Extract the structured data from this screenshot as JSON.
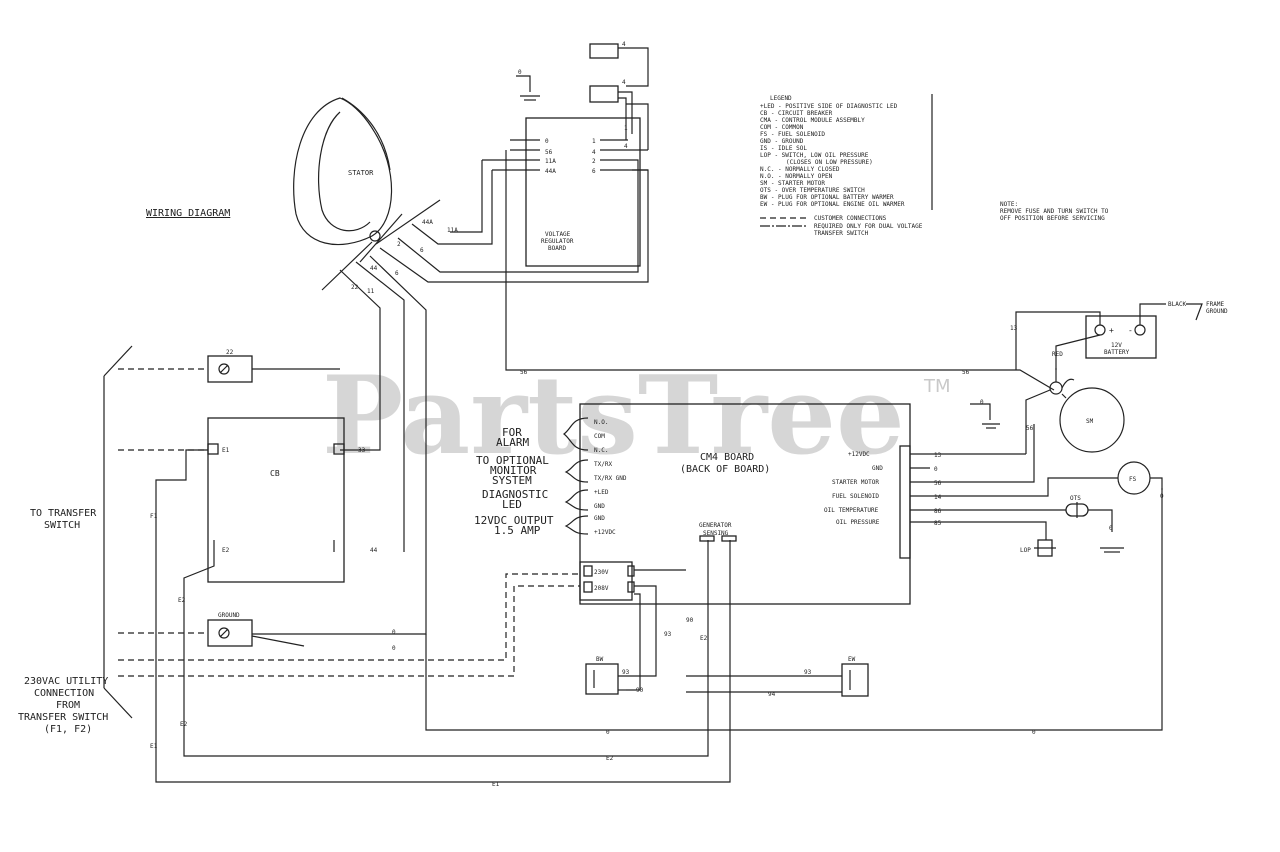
{
  "title": "WIRING DIAGRAM",
  "watermark": "PartsTree",
  "trademark": "TM",
  "legend": {
    "heading": "LEGEND",
    "items": [
      "+LED - POSITIVE SIDE OF DIAGNOSTIC LED",
      "CB - CIRCUIT BREAKER",
      "CMA - CONTROL MODULE ASSEMBLY",
      "COM - COMMON",
      "FS - FUEL SOLENOID",
      "GND - GROUND",
      "IS - IDLE SOL",
      "LOP - SWITCH, LOW OIL PRESSURE",
      "(CLOSES ON LOW PRESSURE)",
      "N.C. - NORMALLY CLOSED",
      "N.O. - NORMALLY OPEN",
      "SM - STARTER MOTOR",
      "OTS - OVER TEMPERATURE SWITCH",
      "BW - PLUG FOR OPTIONAL BATTERY WARMER",
      "EW - PLUG FOR OPTIONAL ENGINE OIL WARMER"
    ],
    "customer_connections": "CUSTOMER CONNECTIONS",
    "dual_voltage": [
      "REQUIRED ONLY FOR DUAL VOLTAGE",
      "TRANSFER SWITCH"
    ]
  },
  "note": [
    "NOTE:",
    "REMOVE FUSE AND TURN SWITCH TO",
    "OFF POSITION BEFORE SERVICING"
  ],
  "components": {
    "stator": "STATOR",
    "regulator": [
      "VOLTAGE",
      "REGULATOR",
      "BOARD"
    ],
    "cb": "CB",
    "ground": "GROUND",
    "cm4_board": [
      "CM4 BOARD",
      "(BACK OF BOARD)"
    ],
    "generator_sensing": [
      "GENERATOR",
      "SENSING"
    ],
    "battery": [
      "12V",
      "BATTERY"
    ],
    "sm": "SM",
    "fs": "FS",
    "ots": "OTS",
    "lop": "LOP",
    "bw": "BW",
    "ew": "EW",
    "black": "BLACK",
    "frame_ground": [
      "FRAME",
      "GROUND"
    ],
    "red": "RED",
    "plus": "+",
    "minus": "-"
  },
  "regulator_terminals": {
    "left": [
      "0",
      "56",
      "11A",
      "44A"
    ],
    "right": [
      "1",
      "4",
      "2",
      "6"
    ]
  },
  "cm4_left_pins": [
    "N.O.",
    "COM",
    "N.C.",
    "TX/RX",
    "TX/RX GND",
    "+LED",
    "GND",
    "GND",
    "+12VDC"
  ],
  "cm4_right_pins": [
    "+12VDC",
    "GND",
    "STARTER MOTOR",
    "FUEL SOLENOID",
    "OIL TEMPERATURE",
    "OIL PRESSURE"
  ],
  "cm4_right_wires": [
    "13",
    "0",
    "56",
    "14",
    "86",
    "85"
  ],
  "cm4_voltage": [
    "230V",
    "208V"
  ],
  "callouts": {
    "alarm": [
      "FOR",
      "ALARM"
    ],
    "monitor": [
      "TO OPTIONAL",
      "MONITOR",
      "SYSTEM"
    ],
    "led": [
      "DIAGNOSTIC",
      "LED"
    ],
    "dc_output": [
      "12VDC OUTPUT",
      "1.5 AMP"
    ],
    "transfer_switch": [
      "TO TRANSFER",
      "SWITCH"
    ],
    "utility": [
      "230VAC UTILITY",
      "CONNECTION",
      "FROM",
      "TRANSFER SWITCH",
      "(F1, F2)"
    ]
  },
  "wire_labels": {
    "w0": "0",
    "w1": "1",
    "w2": "2",
    "w4": "4",
    "w6": "6",
    "w11": "11",
    "w11a": "11A",
    "w13": "13",
    "w22": "22",
    "w33": "33",
    "w44": "44",
    "w44a": "44A",
    "w56": "56",
    "w90": "90",
    "w93": "93",
    "w94": "94",
    "wb2": "E2",
    "wb1": "E1",
    "wf1": "F1",
    "we1": "E1",
    "we2": "E2",
    "w_e1": "E1",
    "w_e2": "E2"
  }
}
